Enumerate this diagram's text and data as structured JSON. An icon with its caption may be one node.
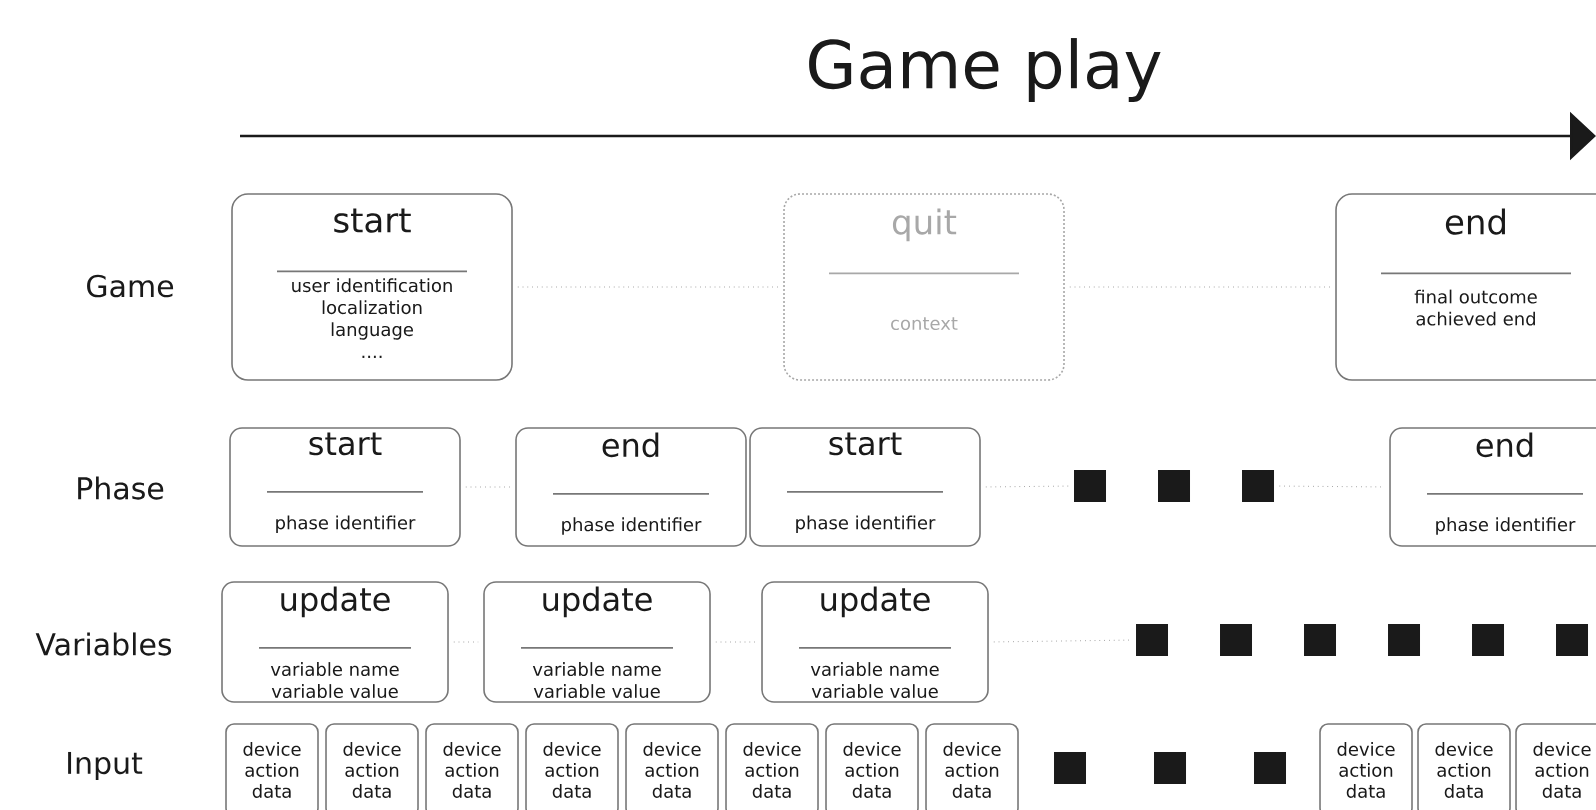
{
  "diagram": {
    "title": "Game play",
    "nodes": [
      {
        "text": [
          "start",
          "user identification localization language",
          "...."
        ]
      },
      {
        "text": [
          "quit",
          "context"
        ]
      },
      {
        "text": [
          "end",
          "final outcome achieved end"
        ]
      },
      {
        "text": [
          "start",
          "phase identifier"
        ]
      },
      {
        "text": [
          "end",
          "phase identifier"
        ]
      },
      {
        "text": [
          "start",
          "phase identifier"
        ]
      },
      {
        "text": [],
        "shape": "box"
      },
      {
        "text": [],
        "shape": "box"
      },
      {
        "text": [],
        "shape": "box"
      },
      {
        "text": [
          "end",
          "phase identifier"
        ]
      },
      {
        "text": [
          "update",
          "variable name variable value"
        ]
      },
      {
        "text": [
          "update",
          "variable name variable value"
        ]
      },
      {
        "text": [
          "update",
          "variable name variable value"
        ]
      },
      {
        "text": [],
        "shape": "box"
      },
      {
        "text": [],
        "shape": "box"
      },
      {
        "text": [],
        "shape": "box"
      },
      {
        "text": [],
        "shape": "box"
      },
      {
        "text": [],
        "shape": "box"
      },
      {
        "text": [],
        "shape": "box"
      },
      {
        "text": [
          "device action data"
        ]
      },
      {
        "text": [
          "device action data"
        ]
      },
      {
        "text": [
          "device action data"
        ]
      },
      {
        "text": [
          "device action data"
        ]
      },
      {
        "text": [
          "device action data"
        ]
      },
      {
        "text": [
          "device action data"
        ]
      },
      {
        "text": [
          "device action data"
        ]
      },
      {
        "text": [
          "device action data"
        ]
      },
      {
        "text": [],
        "shape": "box"
      },
      {
        "text": [],
        "shape": "box"
      },
      {
        "text": [],
        "shape": "box"
      },
      {
        "text": [
          "device action data"
        ]
      },
      {
        "text": [
          "device action data"
        ]
      },
      {
        "text": [
          "device action data"
        ]
      }
    ],
    "edges": [
      {
        "from": 0,
        "to": 1,
        "arrow": "none"
      },
      {
        "from": 1,
        "to": 2,
        "arrow": "none"
      },
      {
        "from": 3,
        "to": 4,
        "arrow": "none"
      },
      {
        "from": 5,
        "to": 6,
        "arrow": "none"
      },
      {
        "from": 8,
        "to": 9,
        "arrow": "none"
      },
      {
        "from": 10,
        "to": 11,
        "arrow": "none"
      },
      {
        "from": 11,
        "to": 12,
        "arrow": "none"
      },
      {
        "from": 12,
        "to": 13,
        "arrow": "none"
      }
    ],
    "labels": [
      "Game",
      "Phase",
      "Variables",
      "Input"
    ]
  }
}
